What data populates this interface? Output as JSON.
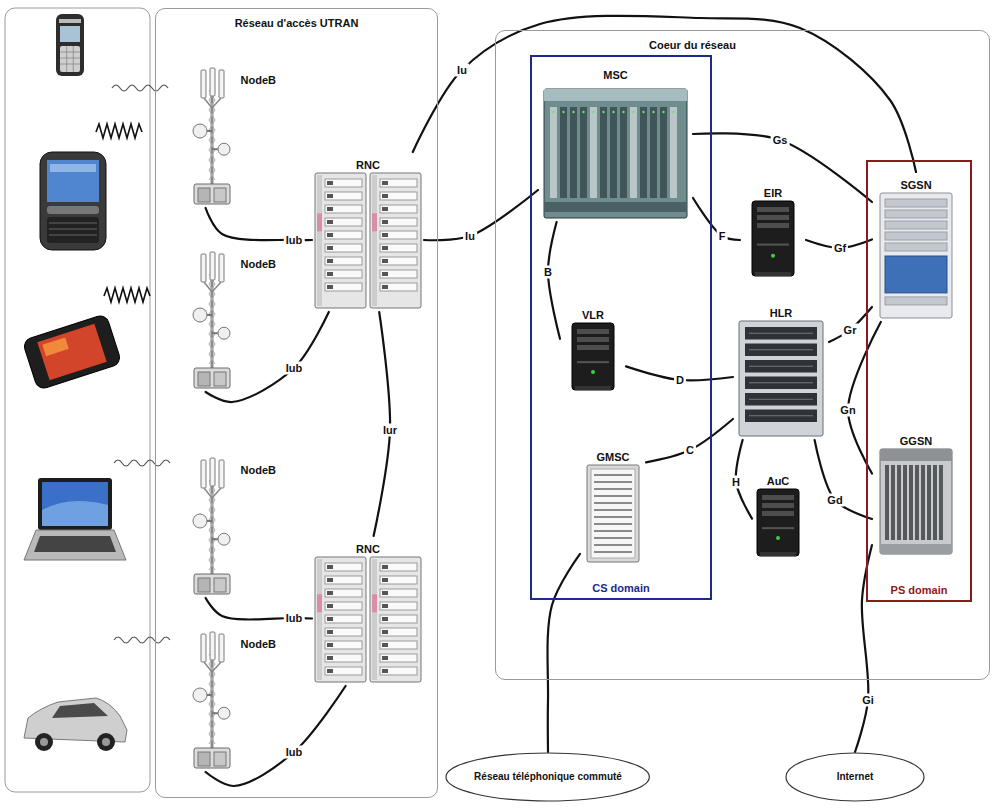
{
  "diagram": {
    "nodes": [
      {
        "text": [
          "Réseau d'accès UTRAN"
        ]
      },
      {
        "text": [
          "NodeB"
        ],
        "in": 0
      },
      {
        "text": [
          "RNC"
        ],
        "in": 0
      },
      {
        "text": [
          "NodeB"
        ],
        "in": 0
      },
      {
        "text": [
          "NodeB"
        ],
        "in": 0
      },
      {
        "text": [
          "RNC"
        ],
        "in": 0
      },
      {
        "text": [
          "NodeB"
        ],
        "in": 0
      },
      {
        "text": [
          "Coeur du réseau"
        ]
      },
      {
        "text": [
          "CS domain"
        ],
        "in": 7
      },
      {
        "text": [
          "MSC"
        ],
        "in": 8
      },
      {
        "text": [
          "VLR"
        ],
        "in": 8
      },
      {
        "text": [
          "GMSC"
        ],
        "in": 8
      },
      {
        "text": [
          "EIR"
        ],
        "in": 7
      },
      {
        "text": [
          "HLR"
        ],
        "in": 7
      },
      {
        "text": [
          "AuC"
        ],
        "in": 7
      },
      {
        "text": [
          "PS domain"
        ],
        "in": 7
      },
      {
        "text": [
          "SGSN"
        ],
        "in": 15
      },
      {
        "text": [
          "GGSN"
        ],
        "in": 15
      },
      {
        "text": [
          "Réseau téléphonique commuté"
        ]
      },
      {
        "text": [
          "Internet"
        ]
      }
    ],
    "edges": [
      {
        "from": 1,
        "to": 2,
        "arrow": "none",
        "label": "Iub"
      },
      {
        "from": 3,
        "to": 2,
        "arrow": "none",
        "label": "Iub"
      },
      {
        "from": 4,
        "to": 5,
        "arrow": "none",
        "label": "Iub"
      },
      {
        "from": 6,
        "to": 5,
        "arrow": "none",
        "label": "Iub"
      },
      {
        "from": 2,
        "to": 5,
        "arrow": "none",
        "label": "Iur"
      },
      {
        "from": 2,
        "to": 9,
        "arrow": "none",
        "label": "Iu"
      },
      {
        "from": 2,
        "to": 16,
        "arrow": "none",
        "label": "Iu"
      },
      {
        "from": 9,
        "to": 10,
        "arrow": "none",
        "label": "B"
      },
      {
        "from": 9,
        "to": 12,
        "arrow": "none",
        "label": "F"
      },
      {
        "from": 9,
        "to": 16,
        "arrow": "none",
        "label": "Gs"
      },
      {
        "from": 10,
        "to": 13,
        "arrow": "none",
        "label": "D"
      },
      {
        "from": 11,
        "to": 13,
        "arrow": "none",
        "label": "C"
      },
      {
        "from": 13,
        "to": 14,
        "arrow": "none",
        "label": "H"
      },
      {
        "from": 12,
        "to": 16,
        "arrow": "none",
        "label": "Gf"
      },
      {
        "from": 13,
        "to": 16,
        "arrow": "none",
        "label": "Gr"
      },
      {
        "from": 16,
        "to": 17,
        "arrow": "none",
        "label": "Gn"
      },
      {
        "from": 13,
        "to": 17,
        "arrow": "none",
        "label": "Gd"
      },
      {
        "from": 11,
        "to": 18,
        "arrow": "none"
      },
      {
        "from": 17,
        "to": 19,
        "arrow": "none",
        "label": "Gi"
      }
    ]
  }
}
